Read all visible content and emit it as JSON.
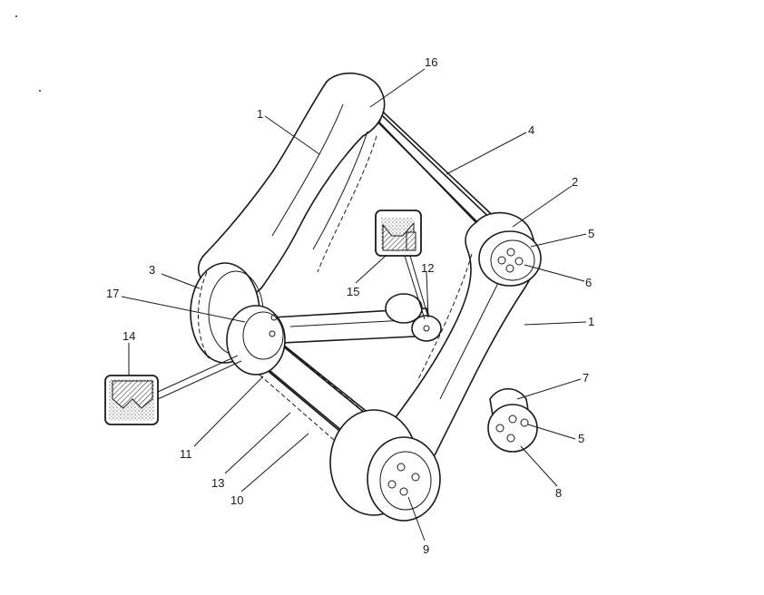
{
  "callouts": {
    "c1a": "1",
    "c1b": "1",
    "c2": "2",
    "c3": "3",
    "c4": "4",
    "c5a": "5",
    "c5b": "5",
    "c6": "6",
    "c7": "7",
    "c8": "8",
    "c9": "9",
    "c10": "10",
    "c11": "11",
    "c12": "12",
    "c13": "13",
    "c14": "14",
    "c15": "15",
    "c16": "16",
    "c17": "17"
  }
}
